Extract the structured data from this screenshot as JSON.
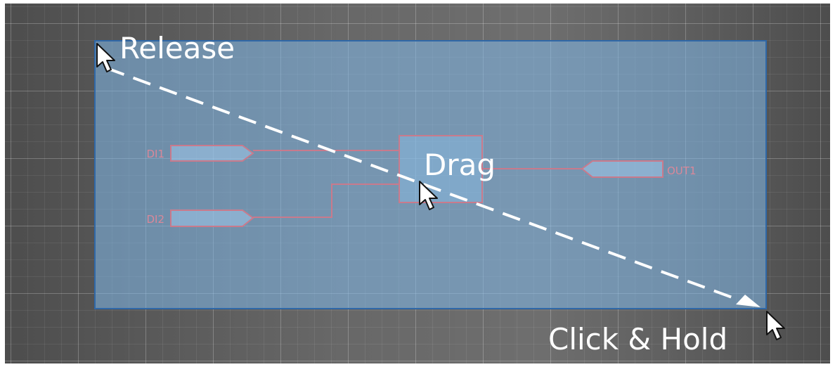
{
  "instructions": {
    "release": "Release",
    "drag": "Drag",
    "click_hold": "Click & Hold"
  },
  "diagram": {
    "inputs": [
      "DI1",
      "DI2"
    ],
    "outputs": [
      "OUT1"
    ]
  },
  "colors": {
    "canvas_bg": "#5e5e5e",
    "selection_fill": "#7fb6e6",
    "selection_border": "#2f68a8",
    "wire": "#c97a8c",
    "label_text": "#ffffff"
  },
  "icons": [
    "cursor-arrow-icon",
    "arrow-head-icon"
  ]
}
